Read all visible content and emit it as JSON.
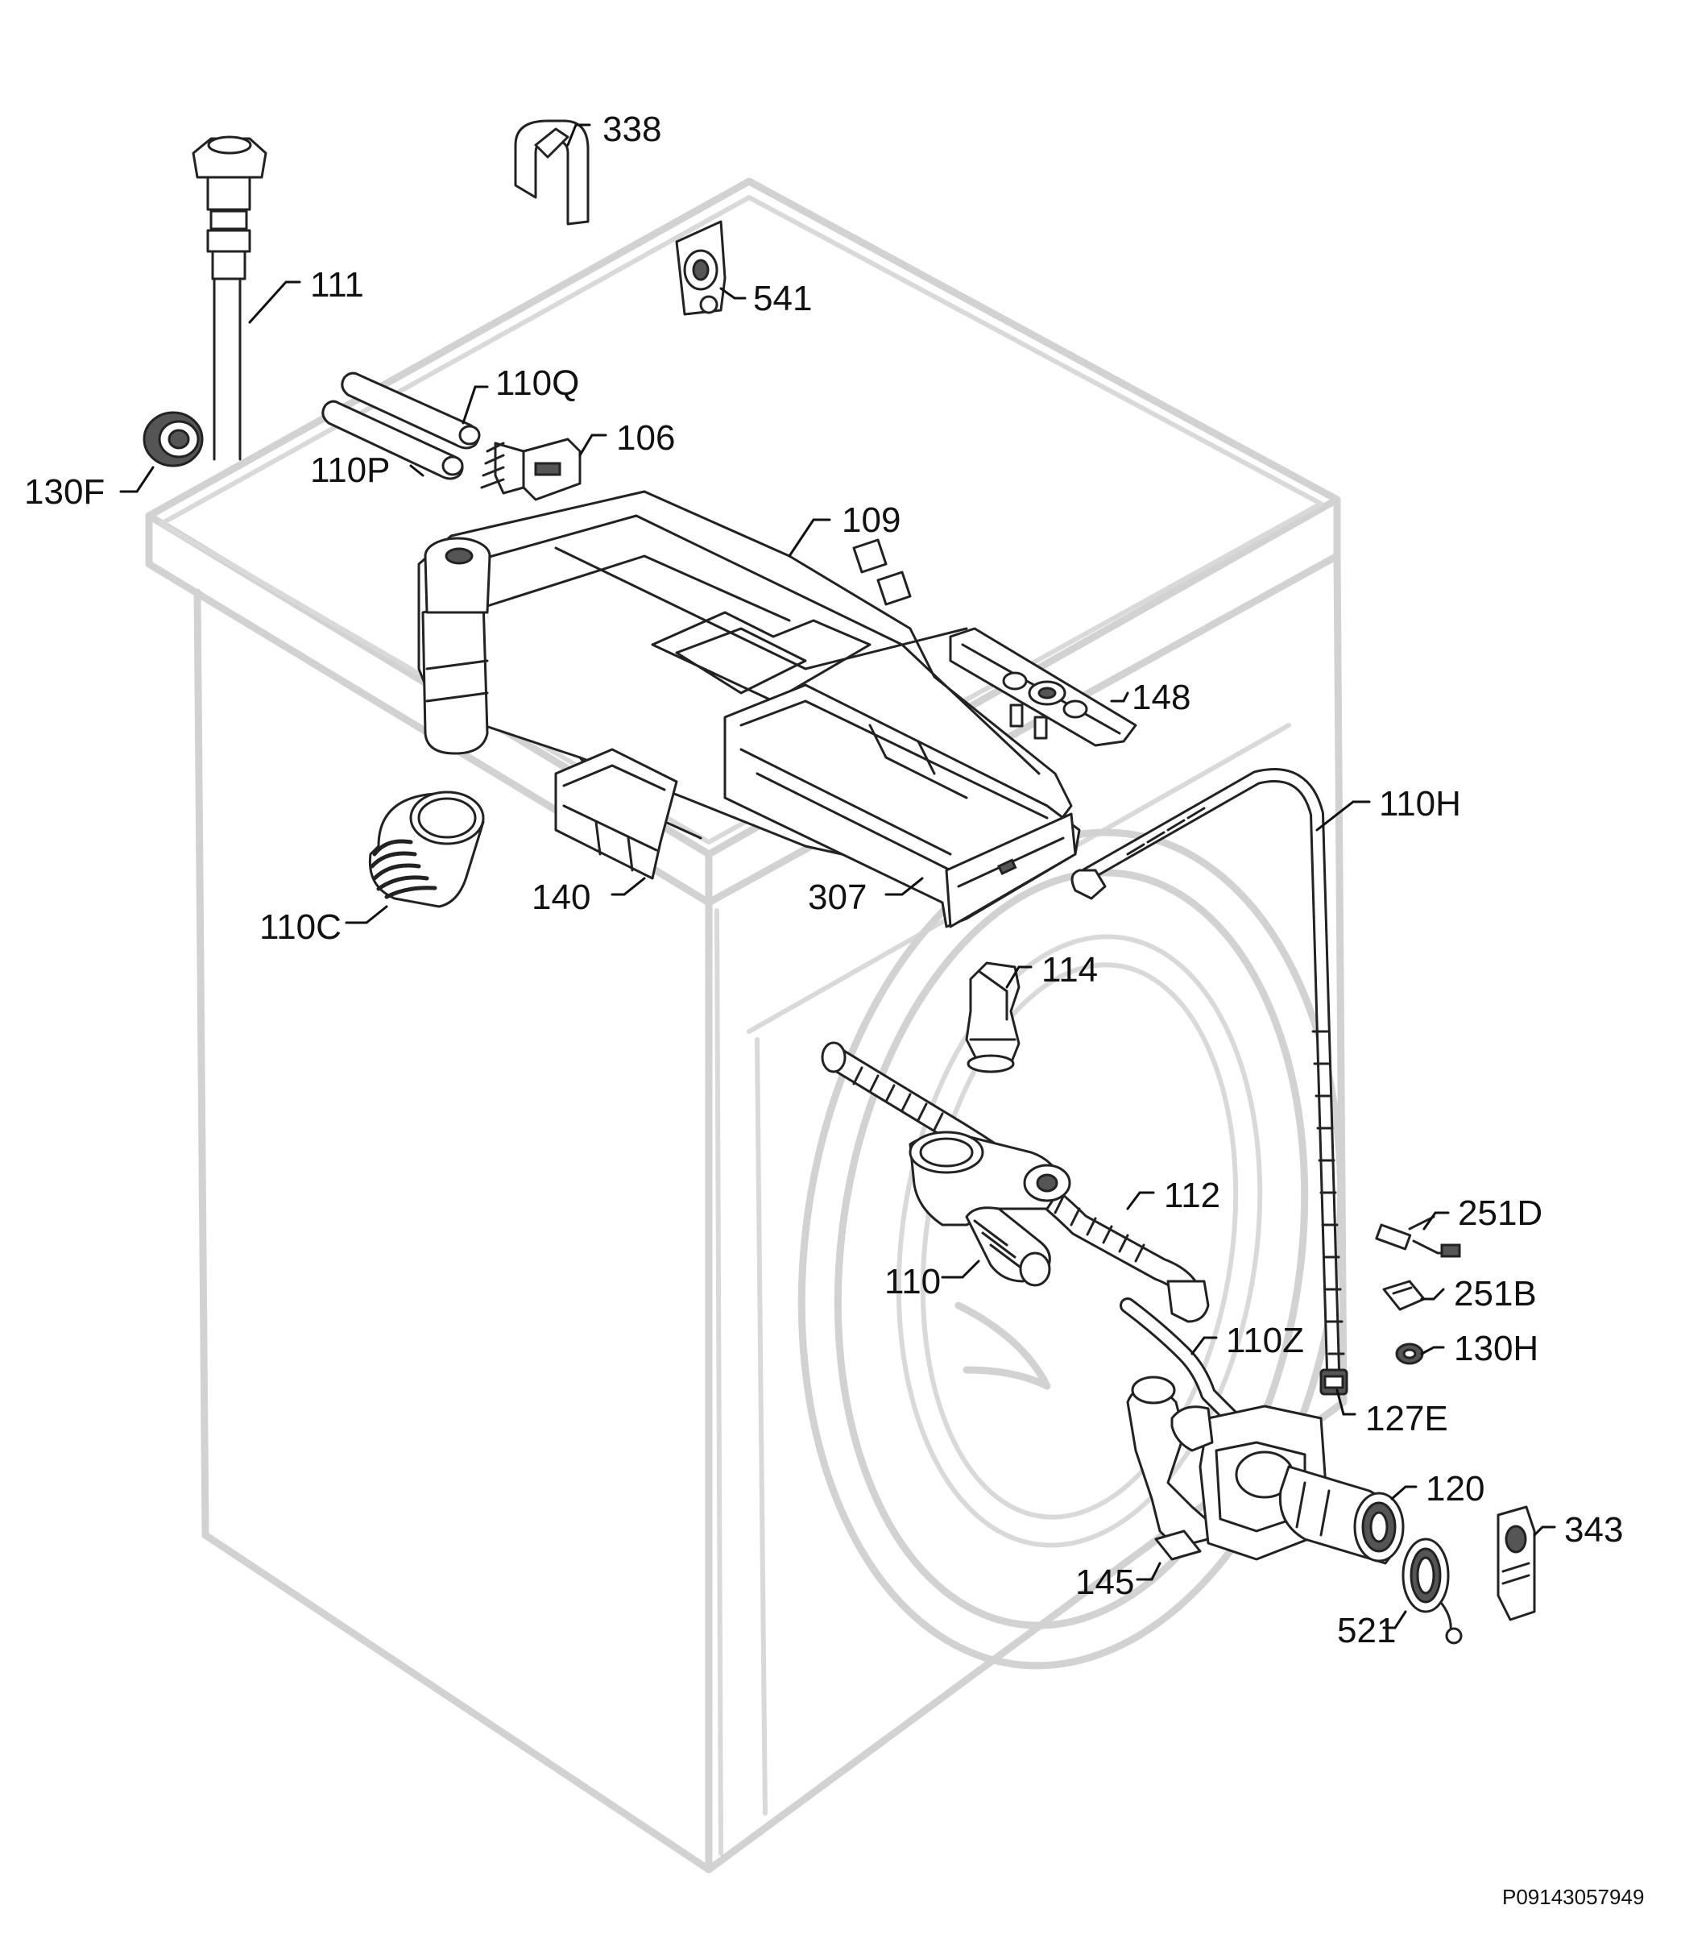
{
  "callouts": {
    "c338": "338",
    "c541": "541",
    "c111": "111",
    "c110Q": "110Q",
    "c106": "106",
    "c110P": "110P",
    "c130F": "130F",
    "c109": "109",
    "c148": "148",
    "c110H": "110H",
    "c110C": "110C",
    "c140": "140",
    "c307": "307",
    "c114": "114",
    "c112": "112",
    "c251D": "251D",
    "c110": "110",
    "c251B": "251B",
    "c110Z": "110Z",
    "c130H": "130H",
    "c127E": "127E",
    "c120": "120",
    "c343": "343",
    "c145": "145",
    "c521": "521"
  },
  "reference_code": "P09143057949"
}
